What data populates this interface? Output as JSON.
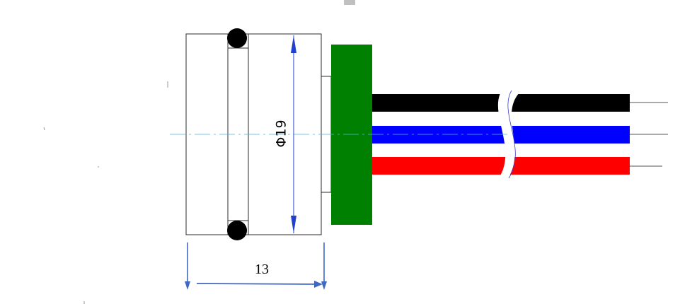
{
  "drawing": {
    "length_dimension": "13",
    "diameter_dimension": "Φ19",
    "colors": {
      "outline": "#2b2b2b",
      "centerline": "#5ab4d6",
      "dimension_arrow": "#3f67c4",
      "diameter_arrow": "#2040d0",
      "pcb": "#008000",
      "o_ring": "#000000",
      "wire_black": "#000000",
      "wire_blue": "#0000ff",
      "wire_red": "#ff0000",
      "top_mark": "#c0c0c0"
    },
    "wires": [
      {
        "name": "black-wire",
        "color": "#000000"
      },
      {
        "name": "blue-wire",
        "color": "#0000ff"
      },
      {
        "name": "red-wire",
        "color": "#ff0000"
      }
    ]
  }
}
